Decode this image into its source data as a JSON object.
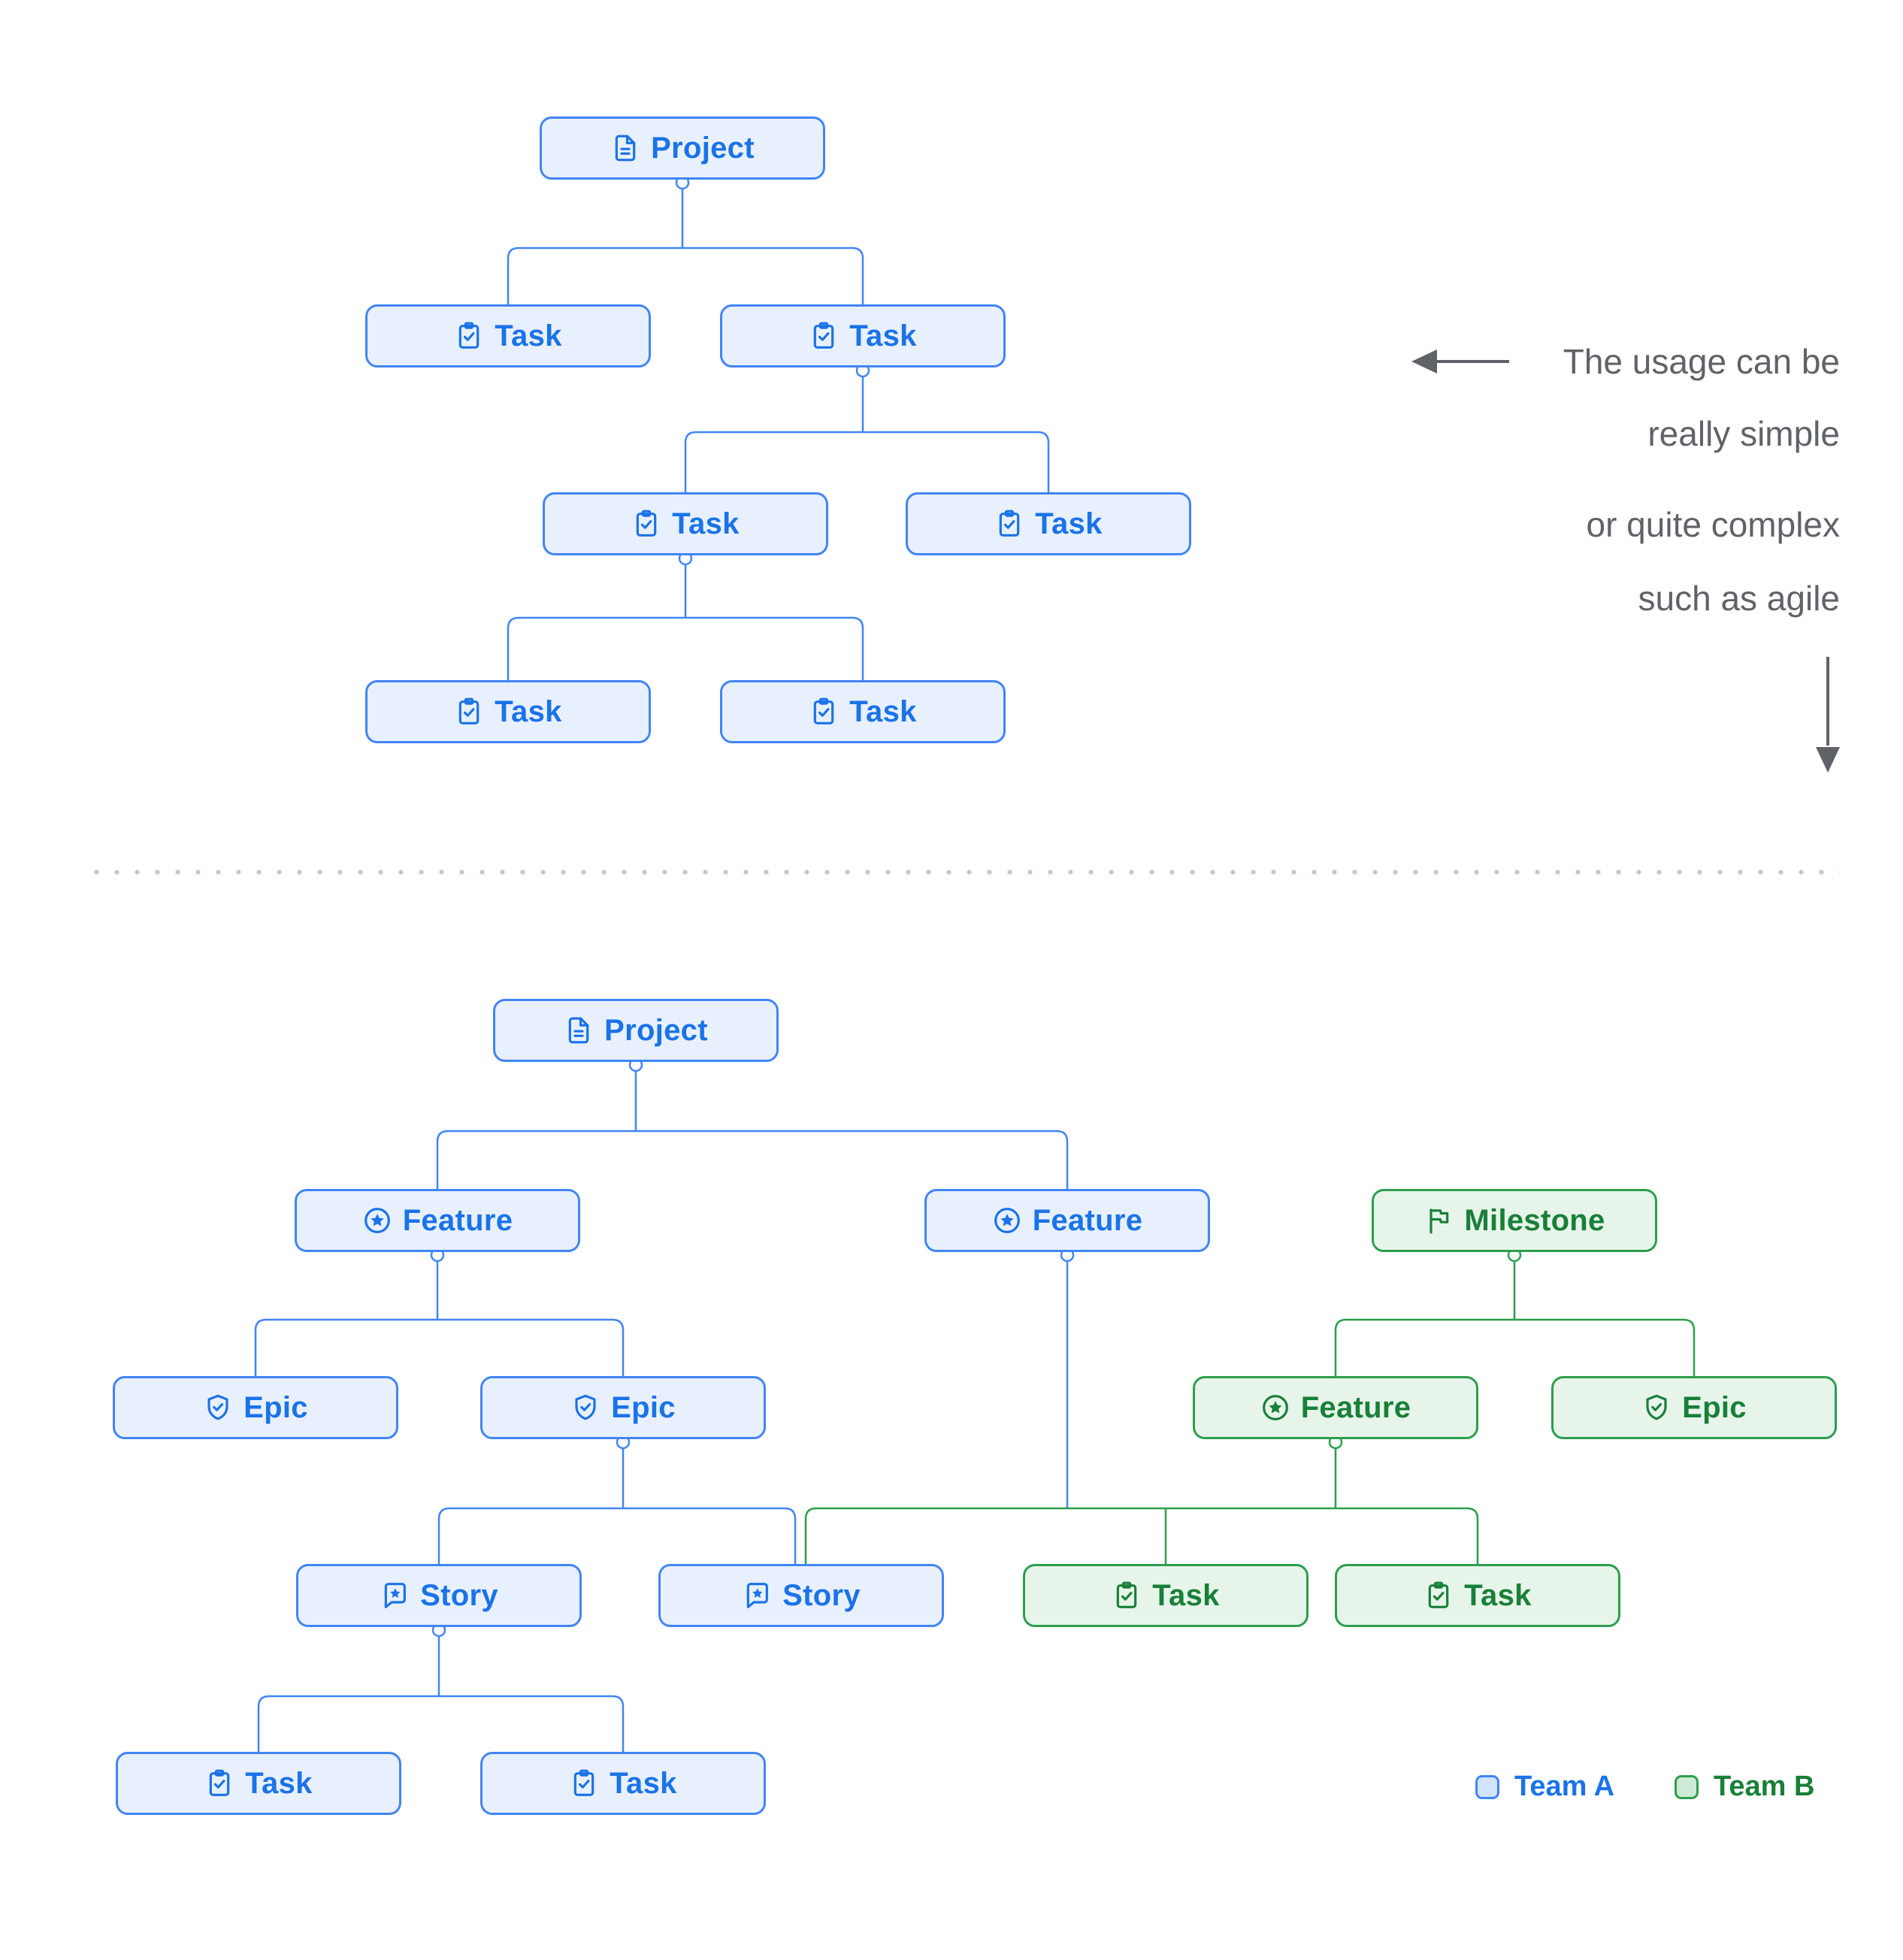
{
  "colors": {
    "team_a_border": "#4285f4",
    "team_a_fill": "#e8f0fe",
    "team_a_text": "#1a73e8",
    "team_b_border": "#2d9e4d",
    "team_b_fill": "#e7f4ea",
    "team_b_text": "#188038",
    "annotation_text": "#5f6368",
    "divider_dots": "#c4c8cb"
  },
  "annotation": {
    "para1": [
      "The usage can be",
      "really simple"
    ],
    "para2": [
      "or quite complex",
      "such as agile"
    ]
  },
  "legend": [
    {
      "label": "Team A",
      "team": "A",
      "swatch": "blue-rounded-square"
    },
    {
      "label": "Team B",
      "team": "B",
      "swatch": "green-rounded-square"
    }
  ],
  "simple_tree": {
    "description": "simple hierarchy",
    "nodes": [
      {
        "id": "project",
        "label": "Project",
        "icon": "project-icon",
        "team": "A"
      },
      {
        "id": "task-r1a",
        "label": "Task",
        "icon": "task-icon",
        "team": "A"
      },
      {
        "id": "task-r1b",
        "label": "Task",
        "icon": "task-icon",
        "team": "A"
      },
      {
        "id": "task-r2a",
        "label": "Task",
        "icon": "task-icon",
        "team": "A"
      },
      {
        "id": "task-r2b",
        "label": "Task",
        "icon": "task-icon",
        "team": "A"
      },
      {
        "id": "task-r3a",
        "label": "Task",
        "icon": "task-icon",
        "team": "A"
      },
      {
        "id": "task-r3b",
        "label": "Task",
        "icon": "task-icon",
        "team": "A"
      }
    ]
  },
  "complex_tree": {
    "description": "agile hierarchy",
    "nodes": [
      {
        "id": "project",
        "label": "Project",
        "icon": "project-icon",
        "team": "A"
      },
      {
        "id": "feature-1",
        "label": "Feature",
        "icon": "feature-icon",
        "team": "A"
      },
      {
        "id": "feature-2",
        "label": "Feature",
        "icon": "feature-icon",
        "team": "A"
      },
      {
        "id": "milestone",
        "label": "Milestone",
        "icon": "milestone-icon",
        "team": "B"
      },
      {
        "id": "epic-1",
        "label": "Epic",
        "icon": "epic-icon",
        "team": "A"
      },
      {
        "id": "epic-2",
        "label": "Epic",
        "icon": "epic-icon",
        "team": "A"
      },
      {
        "id": "feature-3",
        "label": "Feature",
        "icon": "feature-icon",
        "team": "B"
      },
      {
        "id": "epic-3",
        "label": "Epic",
        "icon": "epic-icon",
        "team": "B"
      },
      {
        "id": "story-1",
        "label": "Story",
        "icon": "story-icon",
        "team": "A"
      },
      {
        "id": "story-2",
        "label": "Story",
        "icon": "story-icon",
        "team": "A"
      },
      {
        "id": "task-g1",
        "label": "Task",
        "icon": "task-icon",
        "team": "B"
      },
      {
        "id": "task-g2",
        "label": "Task",
        "icon": "task-icon",
        "team": "B"
      },
      {
        "id": "task-b1",
        "label": "Task",
        "icon": "task-icon",
        "team": "A"
      },
      {
        "id": "task-b2",
        "label": "Task",
        "icon": "task-icon",
        "team": "A"
      }
    ]
  }
}
